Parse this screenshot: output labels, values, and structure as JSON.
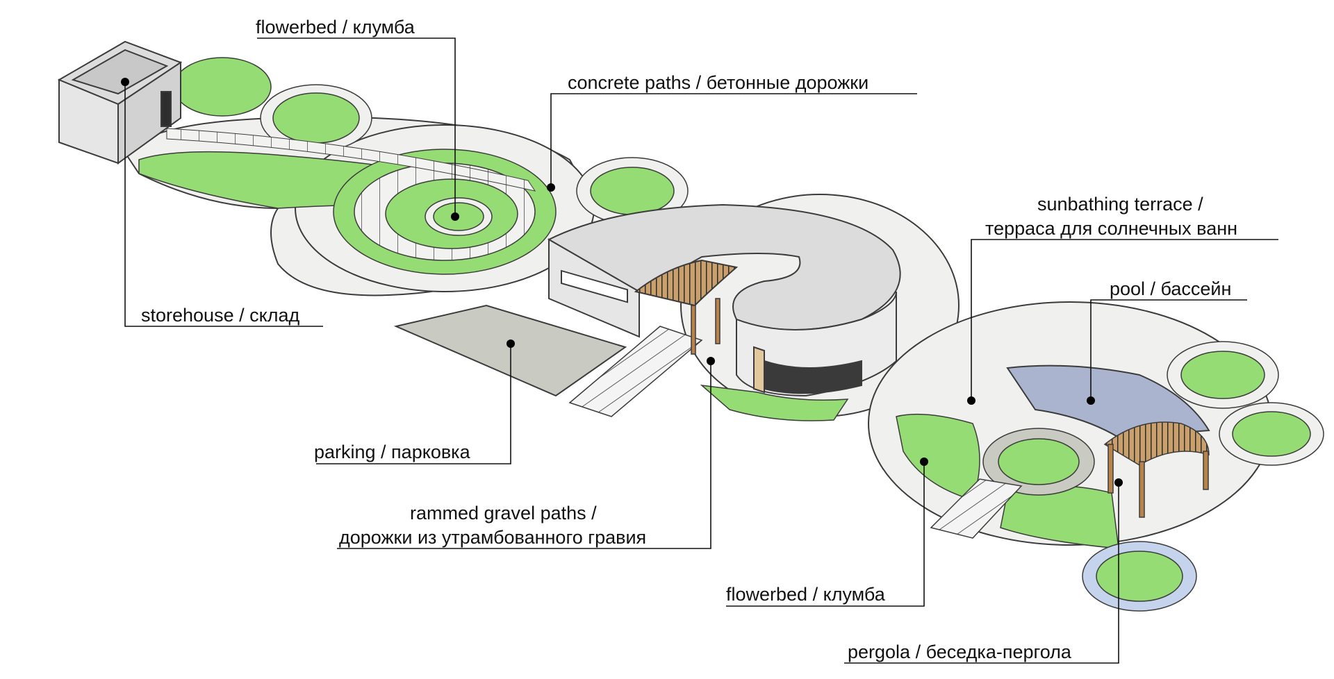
{
  "labels": {
    "flowerbed_top": "flowerbed / клумба",
    "concrete_paths": "concrete paths / бетонные дорожки",
    "storehouse": "storehouse / склад",
    "parking": "parking / парковка",
    "rammed_gravel_line1": "rammed gravel paths /",
    "rammed_gravel_line2": "дорожки из утрамбованного гравия",
    "sunbathing_line1": "sunbathing terrace /",
    "sunbathing_line2": "терраса для солнечных ванн",
    "pool": "pool / бассейн",
    "flowerbed_bottom": "flowerbed / клумба",
    "pergola": "pergola / беседка-пергола"
  },
  "colors": {
    "lawn": "#96dc74",
    "paving": "#f0f0ef",
    "outline": "#3b3b3b",
    "gravel": "#c9cbc3",
    "water": "#aab4cf",
    "wood": "#b8834a",
    "wall": "#e6e6e6",
    "roof": "#dcdcdc"
  }
}
